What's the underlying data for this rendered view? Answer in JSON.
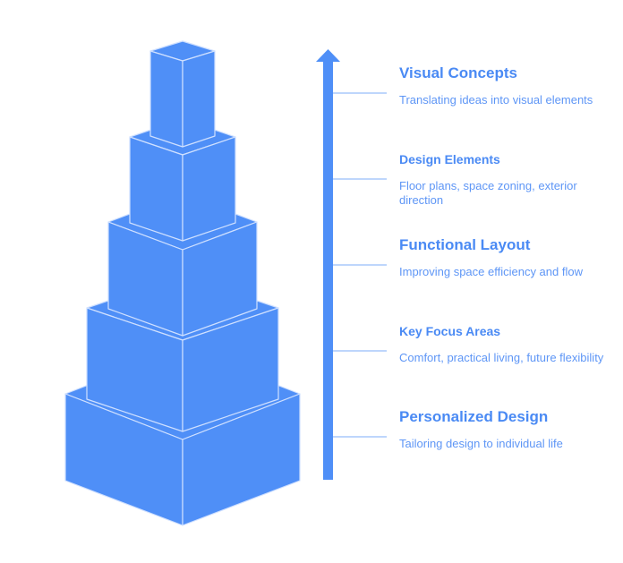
{
  "colors": {
    "box": "#4f8ff7",
    "edge": "#cfe0ff",
    "arrow": "#4f8ff7",
    "connector": "#a8c8fb",
    "text": "#4a8af4"
  },
  "levels": [
    {
      "title": "Visual Concepts",
      "description": "Translating ideas into visual elements"
    },
    {
      "title": "Design Elements",
      "description": "Floor plans, space zoning, exterior direction"
    },
    {
      "title": "Functional Layout",
      "description": "Improving space efficiency and flow"
    },
    {
      "title": "Key Focus Areas",
      "description": "Comfort, practical living, future flexibility"
    },
    {
      "title": "Personalized Design",
      "description": "Tailoring design to individual life"
    }
  ]
}
